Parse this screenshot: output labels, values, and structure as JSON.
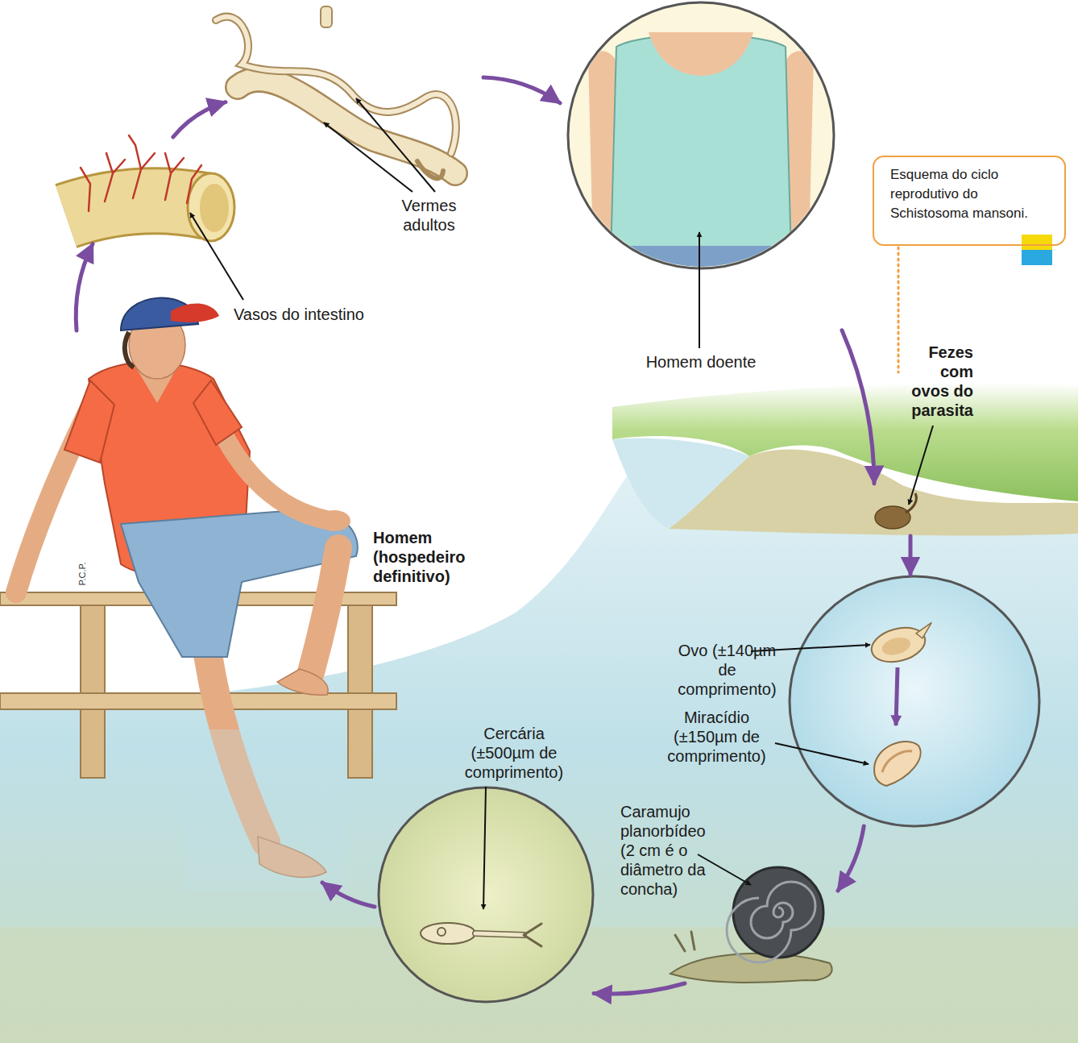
{
  "diagram": {
    "nodes": [
      {
        "text": [
          "Vasos do intestino"
        ]
      },
      {
        "text": [
          "Vermes adultos"
        ]
      },
      {
        "text": [
          "Homem doente"
        ]
      },
      {
        "text": [
          "Esquema do ciclo reprodutivo do Schistosoma mansoni."
        ]
      },
      {
        "text": [
          "Fezes com ovos do parasita"
        ]
      },
      {
        "text": [
          "Ovo (±140µm de comprimento)",
          "Miracídio (±150µm de comprimento)"
        ]
      },
      {
        "text": [
          "Caramujo planorbídeo (2 cm é o diâmetro da concha)"
        ]
      },
      {
        "text": [
          "Cercária (±500µm de comprimento)"
        ]
      },
      {
        "text": [
          "Homem (hospedeiro definitivo)"
        ]
      }
    ],
    "edges": [
      {
        "from": 8,
        "to": 0,
        "arrow": "to"
      },
      {
        "from": 0,
        "to": 1,
        "arrow": "to"
      },
      {
        "from": 1,
        "to": 2,
        "arrow": "to"
      },
      {
        "from": 2,
        "to": 4,
        "arrow": "to"
      },
      {
        "from": 4,
        "to": 5,
        "arrow": "to"
      },
      {
        "from": 5,
        "to": 6,
        "arrow": "to"
      },
      {
        "from": 6,
        "to": 7,
        "arrow": "to"
      },
      {
        "from": 7,
        "to": 8,
        "arrow": "to"
      }
    ],
    "labels": [
      "P.C.P."
    ]
  }
}
